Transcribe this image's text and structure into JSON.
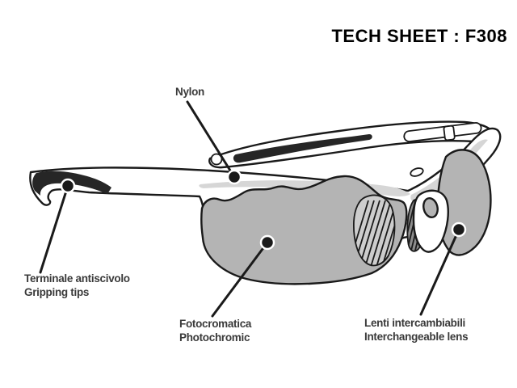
{
  "title": "TECH SHEET : F308",
  "callouts": {
    "nylon": {
      "label": "Nylon"
    },
    "gripping_tips": {
      "line1": "Terminale antiscivolo",
      "line2": "Gripping tips"
    },
    "photochromic": {
      "line1": "Fotocromatica",
      "line2": "Photochromic"
    },
    "interchangeable_lens": {
      "line1": "Lenti intercambiabili",
      "line2": "Interchangeable lens"
    }
  },
  "colors": {
    "background": "#ffffff",
    "outline": "#1a1a1a",
    "lens_gray": "#b4b4b4",
    "nose_pad_gray": "#cdcdcd",
    "inner_vent_gray": "#8e8e8e",
    "rubber_black": "#262626",
    "frame_shading_gray": "#d6d6d6",
    "label_text": "#3a3a3a",
    "title_text": "#000000"
  }
}
